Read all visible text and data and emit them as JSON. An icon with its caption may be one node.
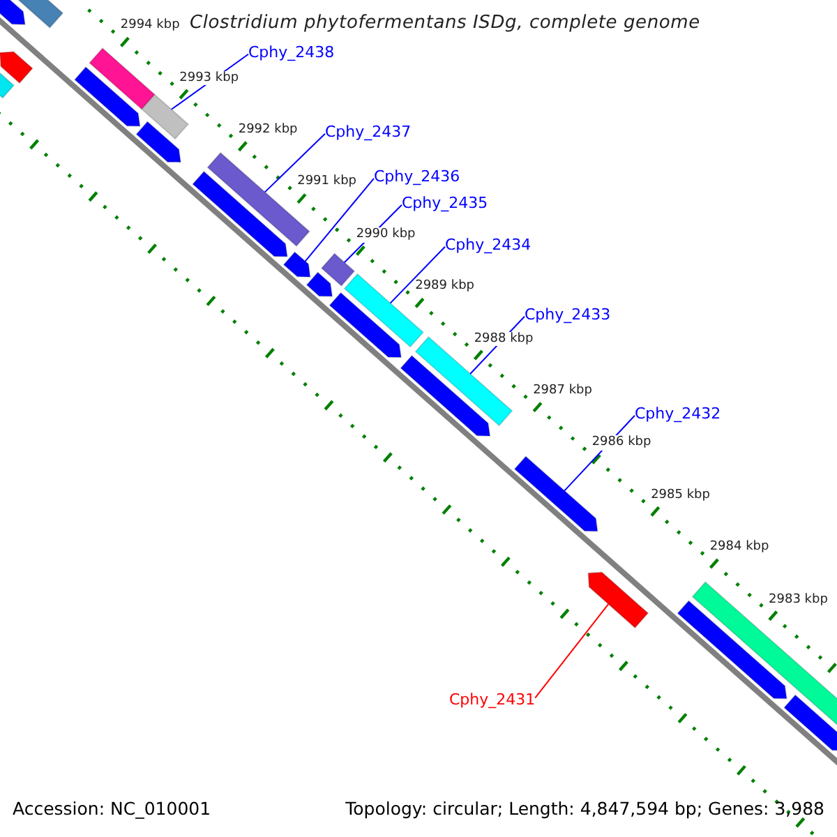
{
  "diagram": {
    "title": "Clostridium phytofermentans ISDg, complete genome",
    "nodes": [
      {
        "text": [
          "Cphy_2438"
        ]
      },
      {
        "text": [
          "Cphy_2437"
        ]
      },
      {
        "text": [
          "Cphy_2436"
        ]
      },
      {
        "text": [
          "Cphy_2435"
        ]
      },
      {
        "text": [
          "Cphy_2434"
        ]
      },
      {
        "text": [
          "Cphy_2433"
        ]
      },
      {
        "text": [
          "Cphy_2432"
        ]
      },
      {
        "text": [
          "Cphy_2431"
        ]
      },
      {
        "text": [],
        "shape": "bar"
      },
      {
        "text": [],
        "shape": "bar"
      },
      {
        "text": [],
        "shape": "pentagon"
      },
      {
        "text": [],
        "shape": "pentagon"
      },
      {
        "text": [],
        "shape": "pentagon"
      },
      {
        "text": [],
        "shape": "bar"
      },
      {
        "text": [],
        "shape": "bar"
      },
      {
        "text": [],
        "shape": "pentagon"
      },
      {
        "text": [],
        "shape": "pentagon"
      },
      {
        "text": [],
        "shape": "bar"
      },
      {
        "text": [],
        "shape": "pentagon"
      },
      {
        "text": [],
        "shape": "pentagon"
      },
      {
        "text": [],
        "shape": "bar"
      },
      {
        "text": [],
        "shape": "pentagon"
      },
      {
        "text": [],
        "shape": "bar"
      },
      {
        "text": [],
        "shape": "pentagon"
      },
      {
        "text": [],
        "shape": "bar"
      },
      {
        "text": [],
        "shape": "pentagon"
      },
      {
        "text": [],
        "shape": "pentagon"
      },
      {
        "text": [],
        "shape": "pentagon"
      },
      {
        "text": [],
        "shape": "bar"
      },
      {
        "text": [],
        "shape": "pentagon"
      }
    ],
    "edges": [
      {
        "from": 0,
        "to": 14,
        "arrow": "none"
      },
      {
        "from": 1,
        "to": 17,
        "arrow": "none"
      },
      {
        "from": 2,
        "to": 18,
        "arrow": "none"
      },
      {
        "from": 3,
        "to": 20,
        "arrow": "none"
      },
      {
        "from": 4,
        "to": 22,
        "arrow": "none"
      },
      {
        "from": 5,
        "to": 24,
        "arrow": "none"
      },
      {
        "from": 6,
        "to": 25,
        "arrow": "none"
      },
      {
        "from": 7,
        "to": 26,
        "arrow": "none",
        "color": "#ff0000"
      }
    ],
    "labels": [
      "2994 kbp",
      "2993 kbp",
      "2992 kbp",
      "2991 kbp",
      "2990 kbp",
      "2989 kbp",
      "2988 kbp",
      "2987 kbp",
      "2986 kbp",
      "2985 kbp",
      "2984 kbp",
      "2983 kbp",
      "Accession: NC_010001",
      "Topology: circular; Length: 4,847,594 bp; Genes: 3,988"
    ]
  }
}
